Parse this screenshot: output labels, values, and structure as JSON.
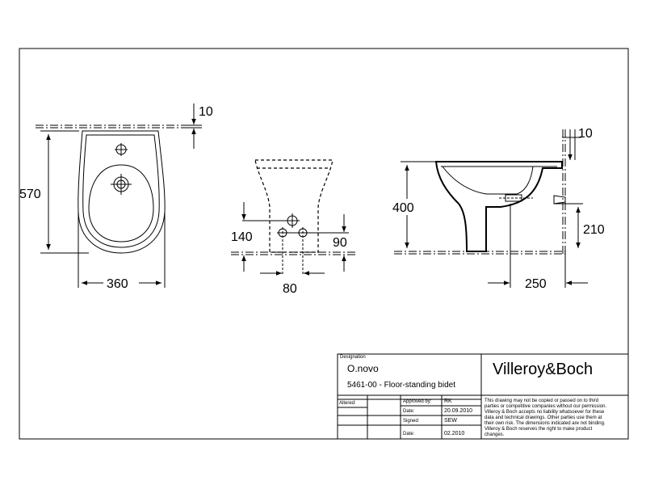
{
  "dimensions": {
    "top": {
      "height": "570",
      "width": "360",
      "rim": "10"
    },
    "front": {
      "inlet_height": "140",
      "outlet_height": "90",
      "spacing": "80"
    },
    "side": {
      "height": "400",
      "outlet": "210",
      "depth": "250",
      "rim": "10"
    }
  },
  "title_block": {
    "designation_label": "Designation",
    "product_name": "O.novo",
    "product_code": "5461-00 - Floor-standing bidet",
    "brand": "Villeroy&Boch",
    "altered_label": "Altered:",
    "rows": [
      {
        "label": "Approved by:",
        "value": "RK"
      },
      {
        "label": "Date:",
        "value": "20.09.2010"
      },
      {
        "label": "Signed:",
        "value": "SEW"
      },
      {
        "label": "Date:",
        "value": "02.2010"
      }
    ],
    "disclaimer": [
      "This drawing may not be copied or passed on to third",
      "parties or competitive companies without our permission.",
      "Villeroy & Boch accepts no liability whatsoever for these",
      "data and technical drawings. Other parties use them at",
      "their own risk. The dimensions indicated are not binding.",
      "Villeroy & Boch reserves the right to make product",
      "changes."
    ]
  }
}
